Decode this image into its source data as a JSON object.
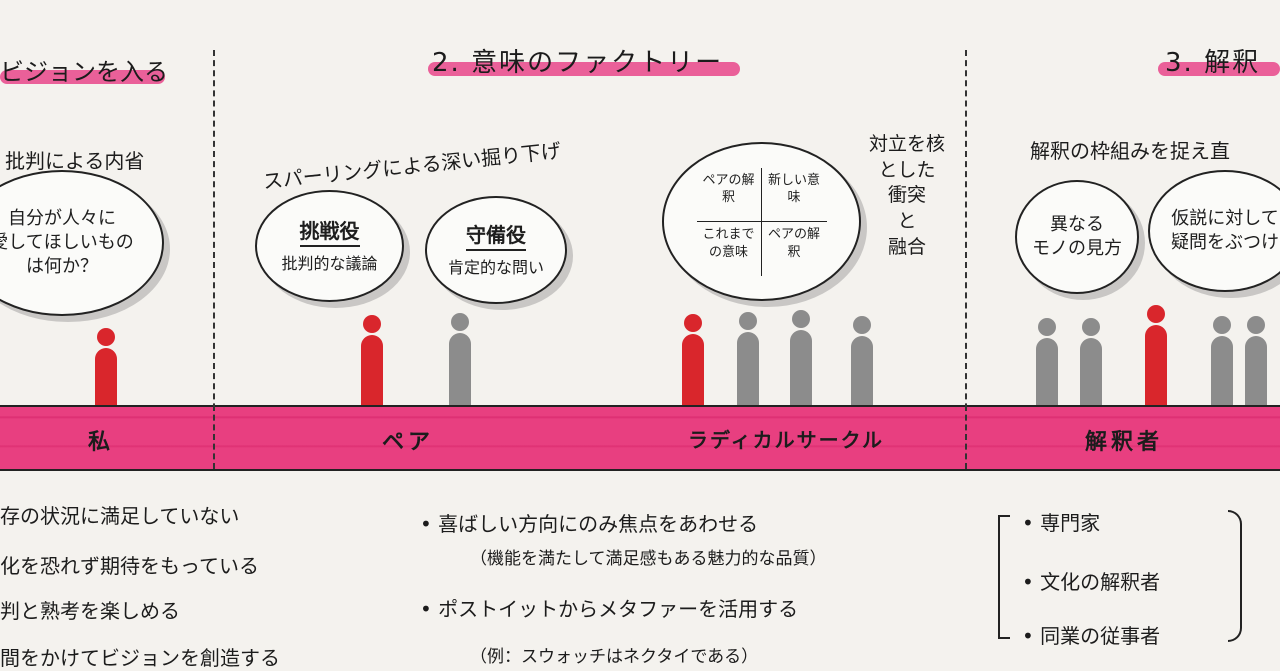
{
  "headings": {
    "s1": "ビジョンを入る",
    "s2": "2. 意味のファクトリー",
    "s3": "3. 解釈"
  },
  "sections": {
    "s1": {
      "caption": "批判による内省",
      "bubble": [
        "自分が人々に",
        "愛してほしいもの",
        "は何か？"
      ],
      "band_label": "私",
      "list": [
        "存の状況に満足していない",
        "化を恐れず期待をもっている",
        "判と熟考を楽しめる",
        "間をかけてビジョンを創造する"
      ]
    },
    "s2": {
      "caption": "スパーリングによる深い掘り下げ",
      "bubble_left": {
        "title": "挑戦役",
        "sub": "批判的な議論"
      },
      "bubble_right": {
        "title": "守備役",
        "sub": "肯定的な問い"
      },
      "band_label": "ペア",
      "list": [
        "• 喜ばしい方向にのみ焦点をあわせる",
        "（機能を満たして満足感もある魅力的な品質）",
        "• ポストイットからメタファーを活用する",
        "（例：スウォッチはネクタイである）"
      ]
    },
    "s3": {
      "caption_right": [
        "対立を核",
        "とした",
        "衝突",
        "と",
        "融合"
      ],
      "quad": [
        "ペアの解釈",
        "新しい意味",
        "これまでの意味",
        "ペアの解釈"
      ],
      "band_label": "ラディカルサークル"
    },
    "s4": {
      "caption": "解釈の枠組みを捉え直",
      "bubble_left": [
        "異なる",
        "モノの見方"
      ],
      "bubble_right": [
        "仮説に対して",
        "疑問をぶつけ"
      ],
      "band_label": "解釈者",
      "list": [
        "• 専門家",
        "• 文化の解釈者",
        "• 同業の従事者"
      ]
    }
  },
  "colors": {
    "pink": "#e83f80",
    "red_figure": "#d9262c",
    "gray_figure": "#8c8c8c"
  }
}
